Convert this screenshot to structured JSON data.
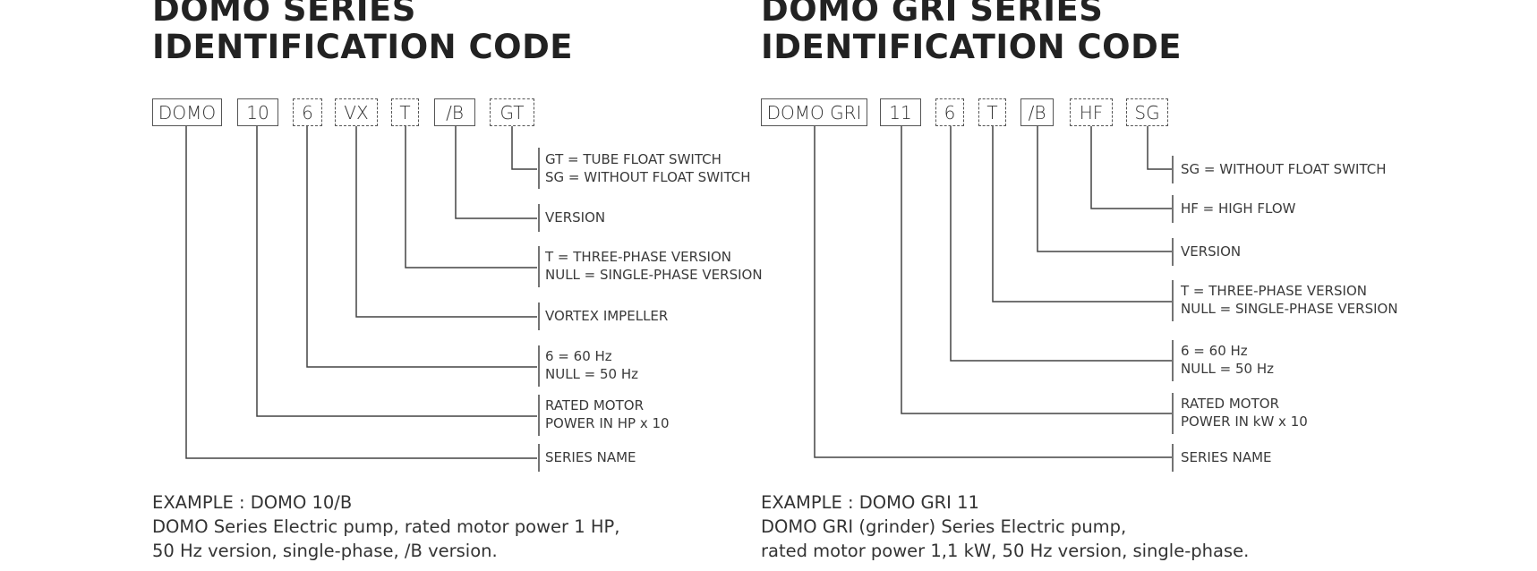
{
  "left": {
    "title_line1": "DOMO SERIES",
    "title_line2": "IDENTIFICATION CODE",
    "codes": [
      {
        "text": "DOMO",
        "optional": false
      },
      {
        "text": "10",
        "optional": false
      },
      {
        "text": "6",
        "optional": true
      },
      {
        "text": "VX",
        "optional": true
      },
      {
        "text": "T",
        "optional": true
      },
      {
        "text": "/B",
        "optional": false
      },
      {
        "text": "GT",
        "optional": true
      }
    ],
    "labels": [
      {
        "code": "GT",
        "lines": [
          "GT = TUBE FLOAT SWITCH",
          "SG = WITHOUT FLOAT SWITCH"
        ]
      },
      {
        "code": "/B",
        "lines": [
          "VERSION"
        ]
      },
      {
        "code": "T",
        "lines": [
          "T = THREE-PHASE VERSION",
          "NULL = SINGLE-PHASE VERSION"
        ]
      },
      {
        "code": "VX",
        "lines": [
          "VORTEX IMPELLER"
        ]
      },
      {
        "code": "6",
        "lines": [
          "6 = 60 Hz",
          "NULL = 50 Hz"
        ]
      },
      {
        "code": "10",
        "lines": [
          "RATED MOTOR",
          "POWER IN HP x 10"
        ]
      },
      {
        "code": "DOMO",
        "lines": [
          "SERIES NAME"
        ]
      }
    ],
    "example": {
      "heading": "EXAMPLE : DOMO 10/B",
      "line1": "DOMO Series Electric pump, rated motor power 1 HP,",
      "line2": "50 Hz version, single-phase, /B version."
    }
  },
  "right": {
    "title_line1": "DOMO GRI SERIES",
    "title_line2": "IDENTIFICATION CODE",
    "codes": [
      {
        "text": "DOMO GRI",
        "optional": false
      },
      {
        "text": "11",
        "optional": false
      },
      {
        "text": "6",
        "optional": true
      },
      {
        "text": "T",
        "optional": true
      },
      {
        "text": "/B",
        "optional": false
      },
      {
        "text": "HF",
        "optional": true
      },
      {
        "text": "SG",
        "optional": true
      }
    ],
    "labels": [
      {
        "code": "SG",
        "lines": [
          "SG = WITHOUT FLOAT SWITCH"
        ]
      },
      {
        "code": "HF",
        "lines": [
          "HF = HIGH FLOW"
        ]
      },
      {
        "code": "/B",
        "lines": [
          "VERSION"
        ]
      },
      {
        "code": "T",
        "lines": [
          "T = THREE-PHASE VERSION",
          "NULL = SINGLE-PHASE VERSION"
        ]
      },
      {
        "code": "6",
        "lines": [
          "6 = 60 Hz",
          "NULL = 50 Hz"
        ]
      },
      {
        "code": "11",
        "lines": [
          "RATED MOTOR",
          "POWER IN kW x 10"
        ]
      },
      {
        "code": "DOMO GRI",
        "lines": [
          "SERIES NAME"
        ]
      }
    ],
    "example": {
      "heading": "EXAMPLE : DOMO GRI 11",
      "line1": "DOMO GRI (grinder) Series Electric pump,",
      "line2": "rated motor power 1,1 kW, 50 Hz version, single-phase."
    }
  }
}
